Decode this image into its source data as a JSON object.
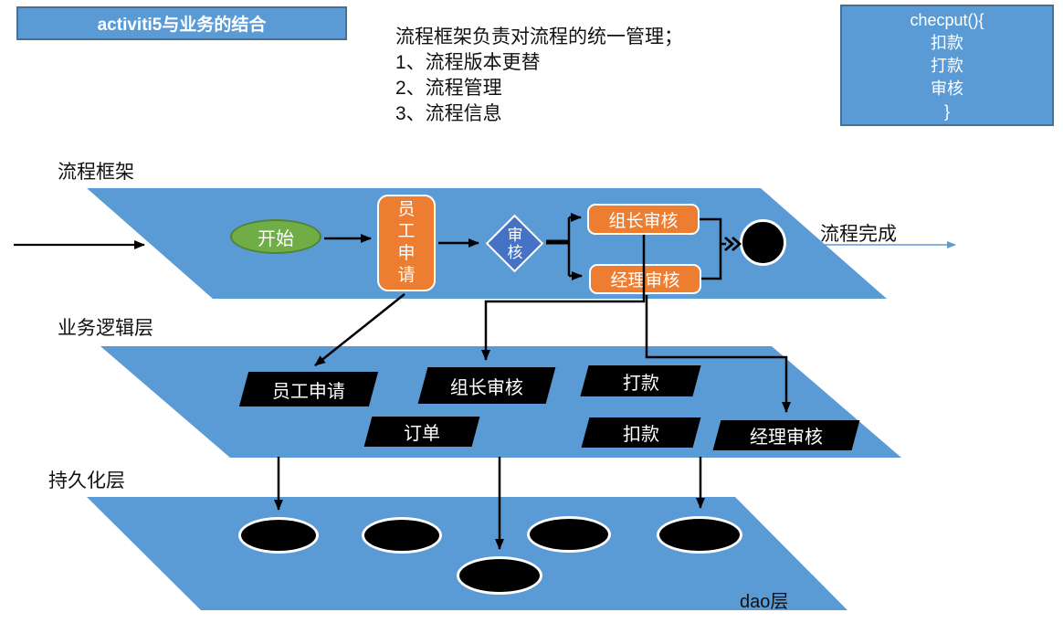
{
  "title": "activiti5与业务的结合",
  "note": {
    "heading": "流程框架负责对流程的统一管理；",
    "items": [
      "1、流程版本更替",
      "2、流程管理",
      "3、流程信息"
    ]
  },
  "code_box": {
    "lines": [
      "checput(){",
      "扣款",
      "打款",
      "审核",
      "}"
    ]
  },
  "process_layer": {
    "label": "流程框架",
    "start": "开始",
    "apply": "员\n工\n申\n请",
    "decision": "审\n核",
    "leader": "组长审核",
    "manager": "经理审核",
    "complete": "流程完成"
  },
  "business_layer": {
    "label": "业务逻辑层",
    "shapes": [
      {
        "label": "员工申请"
      },
      {
        "label": "组长审核"
      },
      {
        "label": "打款"
      },
      {
        "label": "订单"
      },
      {
        "label": "扣款"
      },
      {
        "label": "经理审核"
      }
    ]
  },
  "persistence_layer": {
    "label": "持久化层",
    "dao_label": "dao层"
  },
  "colors": {
    "layer_blue": "#5B9BD5",
    "box_border_blue": "#41719C",
    "orange": "#ED7D31",
    "green": "#70AD47",
    "green_border": "#548235",
    "diamond_blue": "#4472C4",
    "arrow_black": "#000000",
    "complete_arrow_blue": "#5B9BD5"
  }
}
